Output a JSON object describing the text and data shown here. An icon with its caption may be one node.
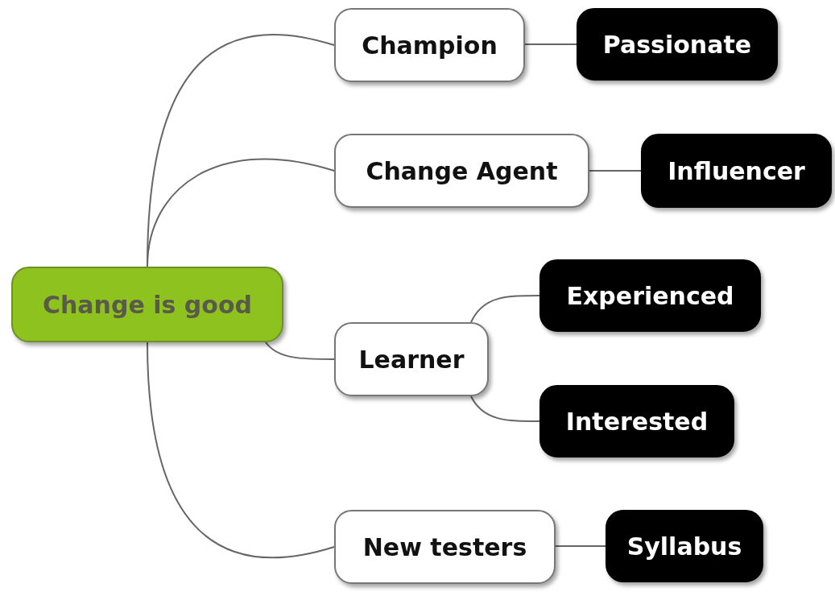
{
  "diagram": {
    "nodes": [
      {
        "text": [
          "Change is good"
        ]
      },
      {
        "text": [
          "Champion"
        ]
      },
      {
        "text": [
          "Passionate"
        ]
      },
      {
        "text": [
          "Change Agent"
        ]
      },
      {
        "text": [
          "Influencer"
        ]
      },
      {
        "text": [
          "Learner"
        ]
      },
      {
        "text": [
          "Experienced"
        ]
      },
      {
        "text": [
          "Interested"
        ]
      },
      {
        "text": [
          "New testers"
        ]
      },
      {
        "text": [
          "Syllabus"
        ]
      }
    ],
    "edges": [
      {
        "from": 0,
        "to": 1,
        "arrow": "none"
      },
      {
        "from": 1,
        "to": 2,
        "arrow": "none"
      },
      {
        "from": 0,
        "to": 3,
        "arrow": "none"
      },
      {
        "from": 3,
        "to": 4,
        "arrow": "none"
      },
      {
        "from": 0,
        "to": 5,
        "arrow": "none"
      },
      {
        "from": 5,
        "to": 6,
        "arrow": "none"
      },
      {
        "from": 5,
        "to": 7,
        "arrow": "none"
      },
      {
        "from": 0,
        "to": 8,
        "arrow": "none"
      },
      {
        "from": 8,
        "to": 9,
        "arrow": "none"
      }
    ]
  }
}
